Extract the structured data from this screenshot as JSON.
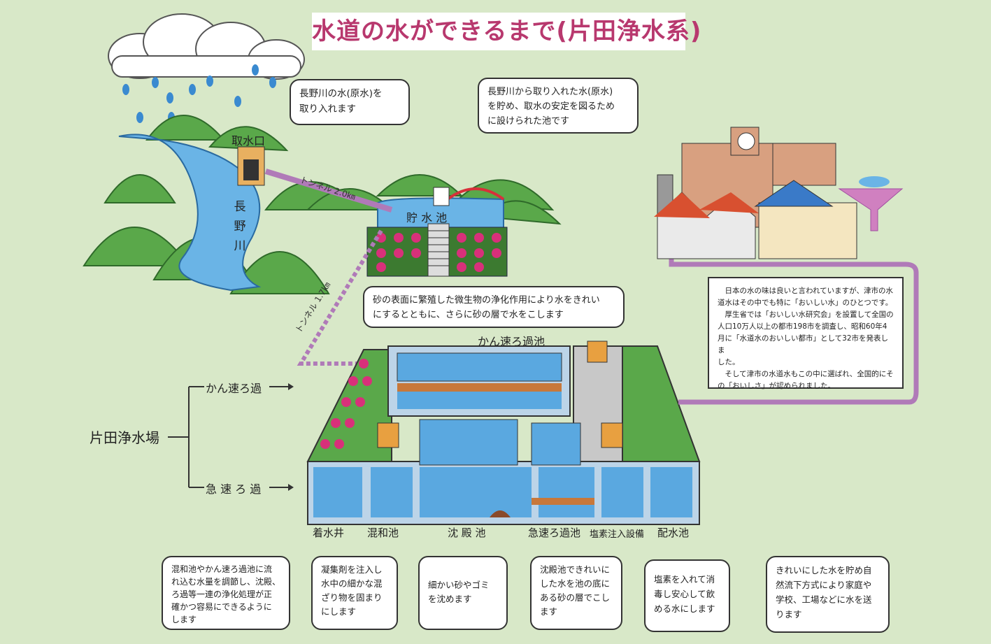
{
  "title": "水道の水ができるまで(片田浄水系)",
  "places": {
    "intake": "取水口",
    "river_chars": [
      "長",
      "野",
      "川"
    ],
    "reservoir": "貯 水 池",
    "tunnel1": "トンネル 2.0㎞",
    "tunnel2": "トンネル 1.7㎞",
    "slow_filter_pool": "かん速ろ過池"
  },
  "bubbles": {
    "intake_note": [
      "長野川の水(原水)を",
      "取り入れます"
    ],
    "reservoir_note": [
      "長野川から取り入れた水(原水)",
      "を貯め、取水の安定を図るため",
      "に設けられた池です"
    ],
    "slow_filter_note": [
      "砂の表面に繁殖した微生物の浄化作用により水をきれい",
      "にするとともに、さらに砂の層で水をこします"
    ]
  },
  "tree": {
    "root": "片田浄水場",
    "branch_slow": "かん速ろ過",
    "branch_rapid": "急 速 ろ 過"
  },
  "stages": {
    "receiving_well": "着水井",
    "mixing_pool": "混和池",
    "settling_pool": "沈 殿 池",
    "rapid_filter_pool": "急速ろ過池",
    "chlorine_facility": "塩素注入設備",
    "distribution_pool": "配水池"
  },
  "notes": {
    "receiving_well": [
      "混和池やかん速ろ過池に流",
      "れ込む水量を調節し、沈殿、",
      "ろ過等一連の浄化処理が正",
      "確かつ容易にできるように",
      "します"
    ],
    "mixing_pool": [
      "凝集剤を注入し",
      "水中の細かな混",
      "ざり物を固まり",
      "にします"
    ],
    "settling_pool": [
      "細かい砂やゴミ",
      "を沈めます"
    ],
    "rapid_filter_pool": [
      "沈殿池できれいに",
      "した水を池の底に",
      "ある砂の層でこし",
      "ます"
    ],
    "chlorine_facility": [
      "塩素を入れて消",
      "毒し安心して飲",
      "める水にします"
    ],
    "distribution_pool": [
      "きれいにした水を貯め自",
      "然流下方式により家庭や",
      "学校、工場などに水を送",
      "ります"
    ]
  },
  "info_box": [
    "日本の水の味は良いと言われていますが、津市の水",
    "道水はその中でも特に「おいしい水」のひとつです。",
    "厚生省では「おいしい水研究会」を設置して全国の",
    "人口10万人以上の都市198市を調査し、昭和60年4",
    "月に「水道水のおいしい都市」として32市を発表しま",
    "した。",
    "そして津市の水道水もこの中に選ばれ、全国的にそ",
    "の「おいしさ」が認められました。"
  ],
  "colors": {
    "title": "#b8386e",
    "water": "#5aa8e0",
    "hill": "#5aa84a",
    "pipe": "#b07ab8",
    "roof": "#d85030"
  }
}
